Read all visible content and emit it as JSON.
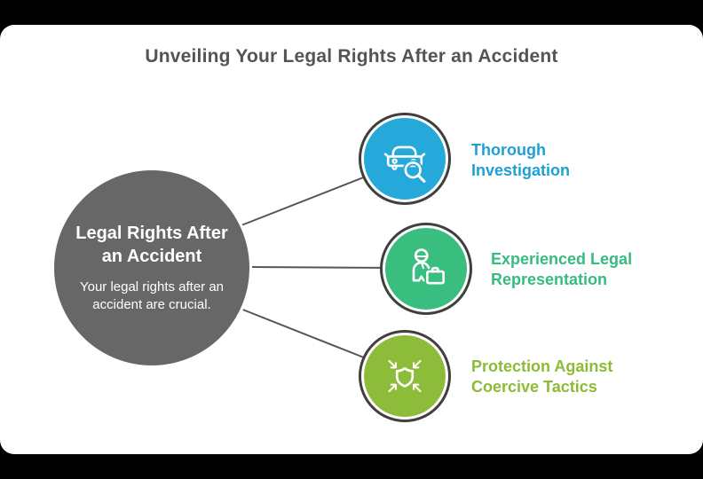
{
  "title": "Unveiling Your Legal Rights After an Accident",
  "colors": {
    "background": "#000000",
    "canvas": "#ffffff",
    "title_text": "#515556",
    "center_circle": "#676767",
    "connector": "#555555",
    "circle_ring": "#3f3f3f"
  },
  "center": {
    "heading": "Legal Rights After an Accident",
    "description": "Your legal rights after an accident are crucial."
  },
  "items": [
    {
      "label": "Thorough Investigation",
      "icon": "car-magnifier-icon",
      "circle_color": "#25a9db",
      "label_color": "#1ea0d5"
    },
    {
      "label": "Experienced Legal Representation",
      "icon": "person-briefcase-icon",
      "circle_color": "#39be80",
      "label_color": "#36bb80"
    },
    {
      "label": "Protection Against Coercive Tactics",
      "icon": "shield-inward-arrows-icon",
      "circle_color": "#8dbc3b",
      "label_color": "#8cbb35"
    }
  ]
}
